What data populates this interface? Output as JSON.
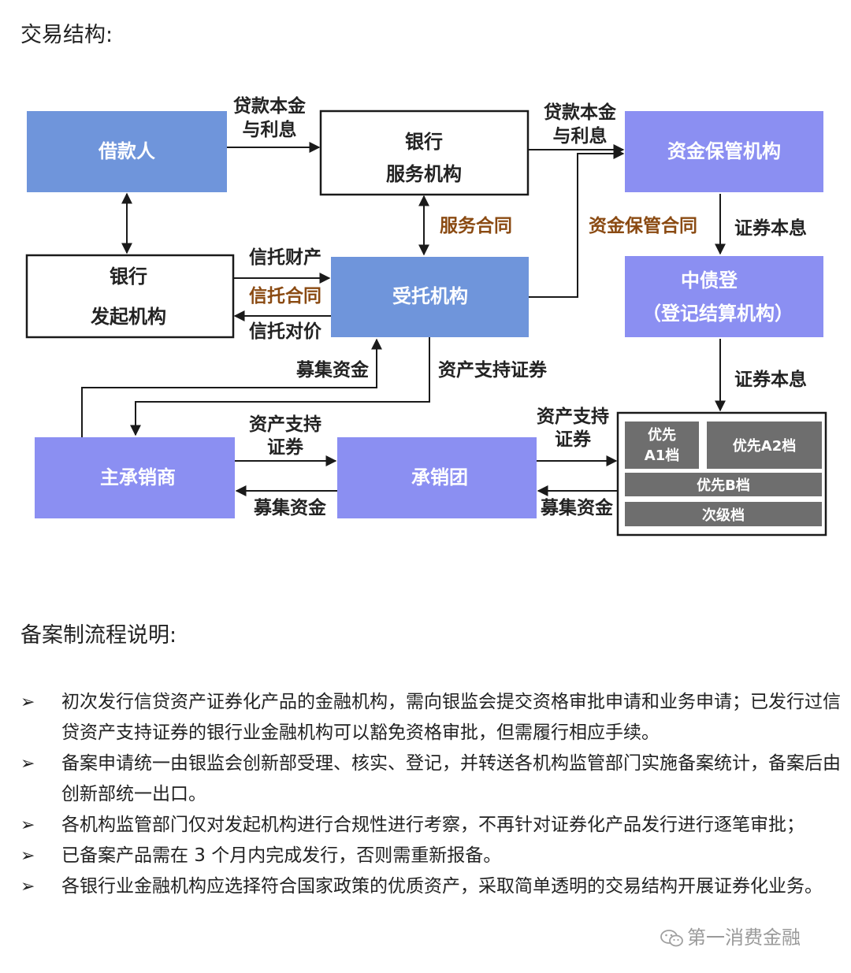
{
  "headings": {
    "structure": "交易结构:",
    "process": "备案制流程说明:"
  },
  "diagram": {
    "borrower": "借款人",
    "bank_service_line1": "银行",
    "bank_service_line2": "服务机构",
    "custodian": "资金保管机构",
    "bank_originator_line1": "银行",
    "bank_originator_line2": "发起机构",
    "trustee": "受托机构",
    "ccdc_line1": "中债登",
    "ccdc_line2": "（登记结算机构）",
    "lead_underwriter": "主承销商",
    "syndicate": "承销团",
    "tranche_a1_line1": "优先",
    "tranche_a1_line2": "A1档",
    "tranche_a2": "优先A2档",
    "tranche_b": "优先B档",
    "tranche_sub": "次级档",
    "lbl_principal1_l1": "贷款本金",
    "lbl_principal1_l2": "与利息",
    "lbl_principal2_l1": "贷款本金",
    "lbl_principal2_l2": "与利息",
    "lbl_service_contract": "服务合同",
    "lbl_custody_contract": "资金保管合同",
    "lbl_sec_interest1": "证券本息",
    "lbl_sec_interest2": "证券本息",
    "lbl_trust_property": "信托财产",
    "lbl_trust_contract": "信托合同",
    "lbl_trust_consideration": "信托对价",
    "lbl_raise_funds1": "募集资金",
    "lbl_abs": "资产支持证券",
    "lbl_abs2_l1": "资产支持",
    "lbl_abs2_l2": "证券",
    "lbl_raise_funds2": "募集资金",
    "lbl_abs3_l1": "资产支持",
    "lbl_abs3_l2": "证券",
    "lbl_raise_funds3": "募集资金"
  },
  "notes": [
    "初次发行信贷资产证券化产品的金融机构，需向银监会提交资格审批申请和业务申请；已发行过信贷资产支持证券的银行业金融机构可以豁免资格审批，但需履行相应手续。",
    "备案申请统一由银监会创新部受理、核实、登记，并转送各机构监管部门实施备案统计，备案后由创新部统一出口。",
    "各机构监管部门仅对发起机构进行合规性进行考察，不再针对证券化产品发行进行逐笔审批；",
    "已备案产品需在 3 个月内完成发行，否则需重新报备。",
    "各银行业金融机构应选择符合国家政策的优质资产，采取简单透明的交易结构开展证券化业务。"
  ],
  "bullet_symbol": "➢",
  "watermark": "第一消费金融",
  "colors": {
    "blue_box": "#6f95db",
    "purple_box": "#8b8ff2",
    "tranche_gray": "#6e6e6e",
    "brown_label": "#8a4a12"
  }
}
